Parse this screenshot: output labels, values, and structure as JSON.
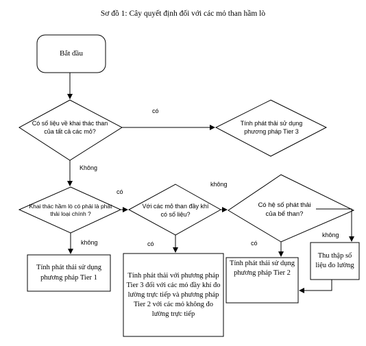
{
  "title": "Sơ đồ 1: Cây quyết định đối với các mỏ than hầm lò",
  "nodes": {
    "start": "Bắt đầu",
    "q1": "Có số liệu về  khai thác than của tất cả các mỏ?",
    "tier3_a": "Tính phát thải sử dụng phương pháp Tier 3",
    "q2": "Khai thác hầm lò có phải là phát thải loại chính ?",
    "q3": "Với các mỏ than đầy khí có số liệu?",
    "q4": "Có hệ số phát thải của bể than?",
    "tier1": "Tính phát thải sử dụng phương pháp Tier 1",
    "tier3_b": "Tính phát thải với phương pháp Tier 3 đối với các mỏ đầy khí đo lường trực tiếp và phương pháp Tier 2 với các mỏ không đo lường trực tiếp",
    "tier2": "Tính phát thải sử dụng phương pháp Tier 2",
    "collect": "Thu thập số liệu đo lường"
  },
  "edge_labels": {
    "q1_yes": "có",
    "q1_no": "Không",
    "q2_yes": "có",
    "q2_no": "không",
    "q3_no": "không",
    "q3_yes": "có",
    "q4_yes": "có",
    "q4_no": "không"
  }
}
